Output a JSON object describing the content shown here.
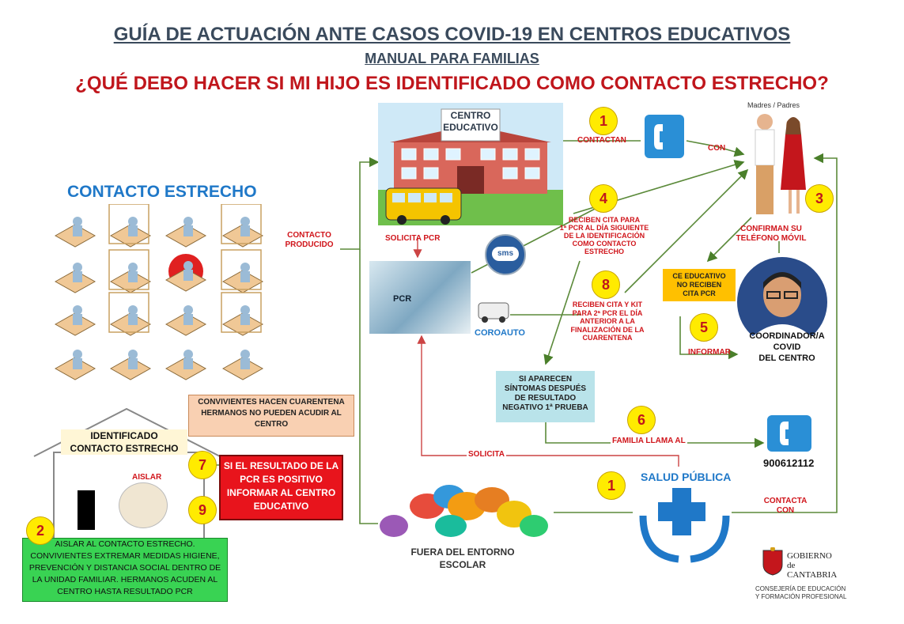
{
  "titles": {
    "main": "GUÍA DE ACTUACIÓN ANTE CASOS COVID-19 EN CENTROS EDUCATIVOS",
    "sub": "MANUAL PARA FAMILIAS",
    "question": "¿QUÉ DEBO HACER SI MI HIJO ES IDENTIFICADO COMO CONTACTO ESTRECHO?"
  },
  "centro": {
    "line1": "CENTRO",
    "line2": "EDUCATIVO"
  },
  "contacto_estrecho": "CONTACTO ESTRECHO",
  "contacto_producido": [
    "CONTACTO",
    "PRODUCIDO"
  ],
  "solicita_pcr": "SOLICITA PCR",
  "pcr_label": "PCR",
  "sms_label": "sms",
  "coroauto": "COROAUTO",
  "contactan": "CONTACTAN",
  "con": "CON",
  "madres_padres": "Madres / Padres",
  "confirman": [
    "CONFIRMAN SU",
    "TELÉFONO MÓVIL"
  ],
  "reciben_cita_1": [
    "RECIBEN CITA PARA",
    "1ª PCR AL DÍA SIGUIENTE",
    "DE LA IDENTIFICACIÓN",
    "COMO CONTACTO",
    "ESTRECHO"
  ],
  "reciben_cita_2": [
    "RECIBEN CITA Y KIT",
    "PARA 2ª PCR EL DÍA",
    "ANTERIOR A LA",
    "FINALIZACIÓN DE LA",
    "CUARENTENA"
  ],
  "ce_educativo": [
    "CE EDUCATIVO",
    "NO RECIBEN",
    "CITA PCR"
  ],
  "informar": "INFORMAR",
  "coordinador": [
    "COORDINADOR/A",
    "COVID",
    "DEL CENTRO"
  ],
  "sintomas": [
    "SI APARECEN",
    "SÍNTOMAS DESPUÉS",
    "DE RESULTADO",
    "NEGATIVO 1ª PRUEBA"
  ],
  "familia_llama": "FAMILIA LLAMA AL",
  "telefono": "900612112",
  "solicita": "SOLICITA",
  "salud_publica": "SALUD PÚBLICA",
  "contacta_con": [
    "CONTACTA",
    "CON"
  ],
  "fuera_entorno": [
    "FUERA DEL ENTORNO",
    "ESCOLAR"
  ],
  "convivientes_box": [
    "CONVIVIENTES HACEN CUARENTENA",
    "HERMANOS NO PUEDEN ACUDIR AL",
    "CENTRO"
  ],
  "identificado": [
    "IDENTIFICADO",
    "CONTACTO ESTRECHO"
  ],
  "aislar": "AISLAR",
  "resultado_box": [
    "SI EL RESULTADO DE LA",
    "PCR ES POSITIVO",
    "INFORMAR AL CENTRO",
    "EDUCATIVO"
  ],
  "aislar_box": [
    "AISLAR AL CONTACTO ESTRECHO.",
    "CONVIVIENTES EXTREMAR MEDIDAS HIGIENE,",
    "PREVENCIÓN Y DISTANCIA SOCIAL DENTRO DE",
    "LA UNIDAD FAMILIAR. HERMANOS ACUDEN AL",
    "CENTRO HASTA RESULTADO PCR"
  ],
  "step_numbers": {
    "s1a": "1",
    "s1b": "1",
    "s2": "2",
    "s3": "3",
    "s4": "4",
    "s5": "5",
    "s6": "6",
    "s7": "7",
    "s8": "8",
    "s9": "9"
  },
  "gobierno": [
    "GOBIERNO",
    "de",
    "CANTABRIA"
  ],
  "consejeria": [
    "CONSEJERÍA DE EDUCACIÓN",
    "Y FORMACIÓN PROFESIONAL"
  ],
  "colors": {
    "red": "#d0151b",
    "blue": "#1f78c8",
    "yellow": "#ffeb00",
    "green_box": "#39d353",
    "teal_box": "#b9e3ea",
    "peach_box": "#f9d0b2",
    "orange_box": "#ffc000",
    "dark_red_box": "#e8141c"
  },
  "icons": [
    "school-building",
    "school-bus",
    "phone-icon",
    "sms-bubble",
    "pcr-swab-photo",
    "coroauto-van",
    "parents-figures",
    "coordinator-avatar",
    "student-desk-icon",
    "house-outline",
    "speech-bubbles",
    "health-cross-hands",
    "cantabria-shield"
  ]
}
